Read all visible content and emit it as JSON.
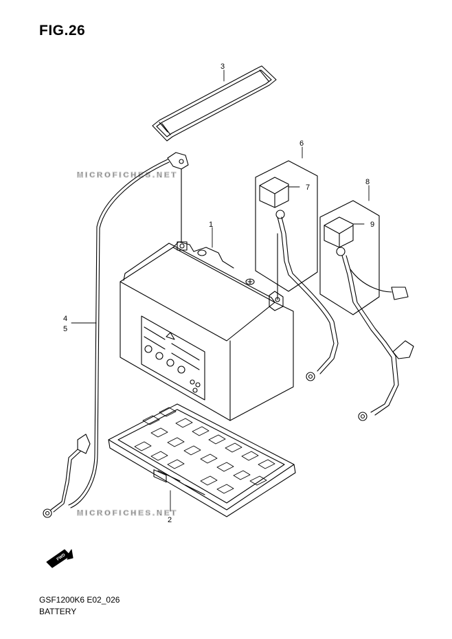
{
  "figure": {
    "title": "FIG.26",
    "model_code": "GSF1200K6 E02_026",
    "section_name": "BATTERY",
    "watermark": "MICROFICHES.NET",
    "fwd_label": "FWD"
  },
  "callouts": [
    {
      "id": "callout-1",
      "label": "1"
    },
    {
      "id": "callout-2",
      "label": "2"
    },
    {
      "id": "callout-3",
      "label": "3"
    },
    {
      "id": "callout-4",
      "label": "4"
    },
    {
      "id": "callout-5",
      "label": "5"
    },
    {
      "id": "callout-6",
      "label": "6"
    },
    {
      "id": "callout-7",
      "label": "7"
    },
    {
      "id": "callout-8",
      "label": "8"
    },
    {
      "id": "callout-9",
      "label": "9"
    }
  ]
}
